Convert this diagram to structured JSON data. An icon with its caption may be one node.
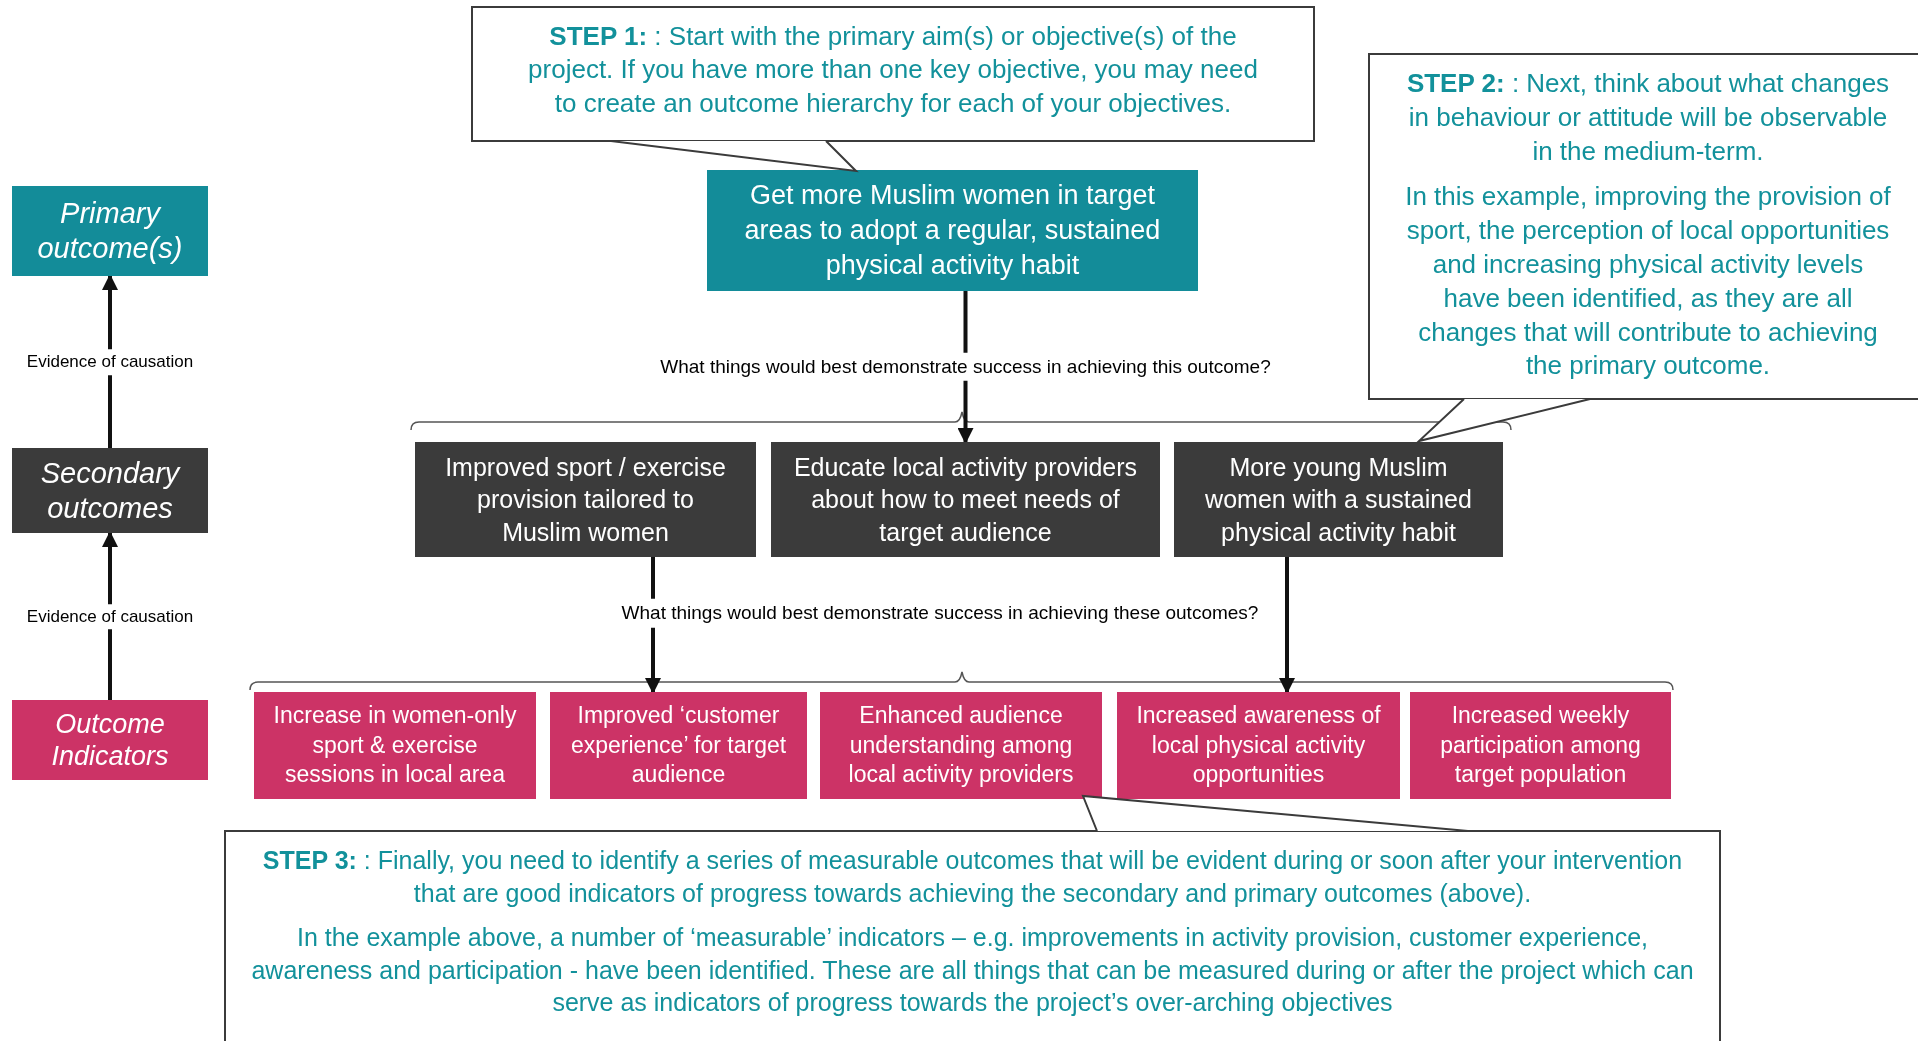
{
  "diagram": {
    "nodes": [
      {
        "text": [
          "Primary outcome(s)"
        ]
      },
      {
        "text": [
          "Secondary outcomes"
        ]
      },
      {
        "text": [
          "Outcome Indicators"
        ]
      },
      {
        "text": [
          "**STEP 1:** : Start with the primary aim(s) or objective(s) of the project. If you have more than one key objective, you may need to create an outcome hierarchy for each of your objectives."
        ]
      },
      {
        "text": [
          "Get more Muslim women in target areas to adopt a regular, sustained physical activity habit"
        ]
      },
      {
        "text": [
          "**STEP 2:** : Next, think about what changes in behaviour or attitude will be observable in the medium-term.",
          "In this example, improving the provision of sport, the perception of local opportunities and increasing physical activity levels have been identified, as they are all changes that will contribute to achieving the primary outcome."
        ]
      },
      {
        "text": [
          "Improved sport / exercise provision tailored to Muslim women"
        ]
      },
      {
        "text": [
          "Educate local activity providers about how to meet needs of target audience"
        ]
      },
      {
        "text": [
          "More young Muslim women with a sustained physical activity habit"
        ]
      },
      {
        "text": [
          "Increase in women-only sport & exercise sessions in local area"
        ]
      },
      {
        "text": [
          "Improved ‘customer experience’ for target audience"
        ]
      },
      {
        "text": [
          "Enhanced audience understanding among local activity providers"
        ]
      },
      {
        "text": [
          "Increased awareness of local physical activity opportunities"
        ]
      },
      {
        "text": [
          "Increased weekly participation among target population"
        ]
      },
      {
        "text": [
          "**STEP 3:** : Finally, you need to identify a series of measurable outcomes that will be evident during or soon after your intervention that are good indicators of progress towards achieving the secondary and primary outcomes (above).",
          "In the example above, a number of ‘measurable’ indicators – e.g. improvements in activity provision, customer experience, awareness and participation -  have been identified. These are all things that can be measured during or after the project which can serve as indicators of progress towards the project’s over-arching objectives"
        ]
      }
    ],
    "edges": [
      {
        "from": 2,
        "to": 1,
        "arrow": "to",
        "label": "Evidence of causation"
      },
      {
        "from": 1,
        "to": 0,
        "arrow": "to",
        "label": "Evidence of causation"
      },
      {
        "from": 4,
        "to": 7,
        "arrow": "to",
        "label": "What things would best demonstrate success in achieving this outcome?"
      },
      {
        "from": 6,
        "to": 10,
        "arrow": "to"
      },
      {
        "from": 8,
        "to": 12,
        "arrow": "to"
      }
    ],
    "labels": [
      "What things would best demonstrate success in achieving these outcomes?"
    ]
  }
}
